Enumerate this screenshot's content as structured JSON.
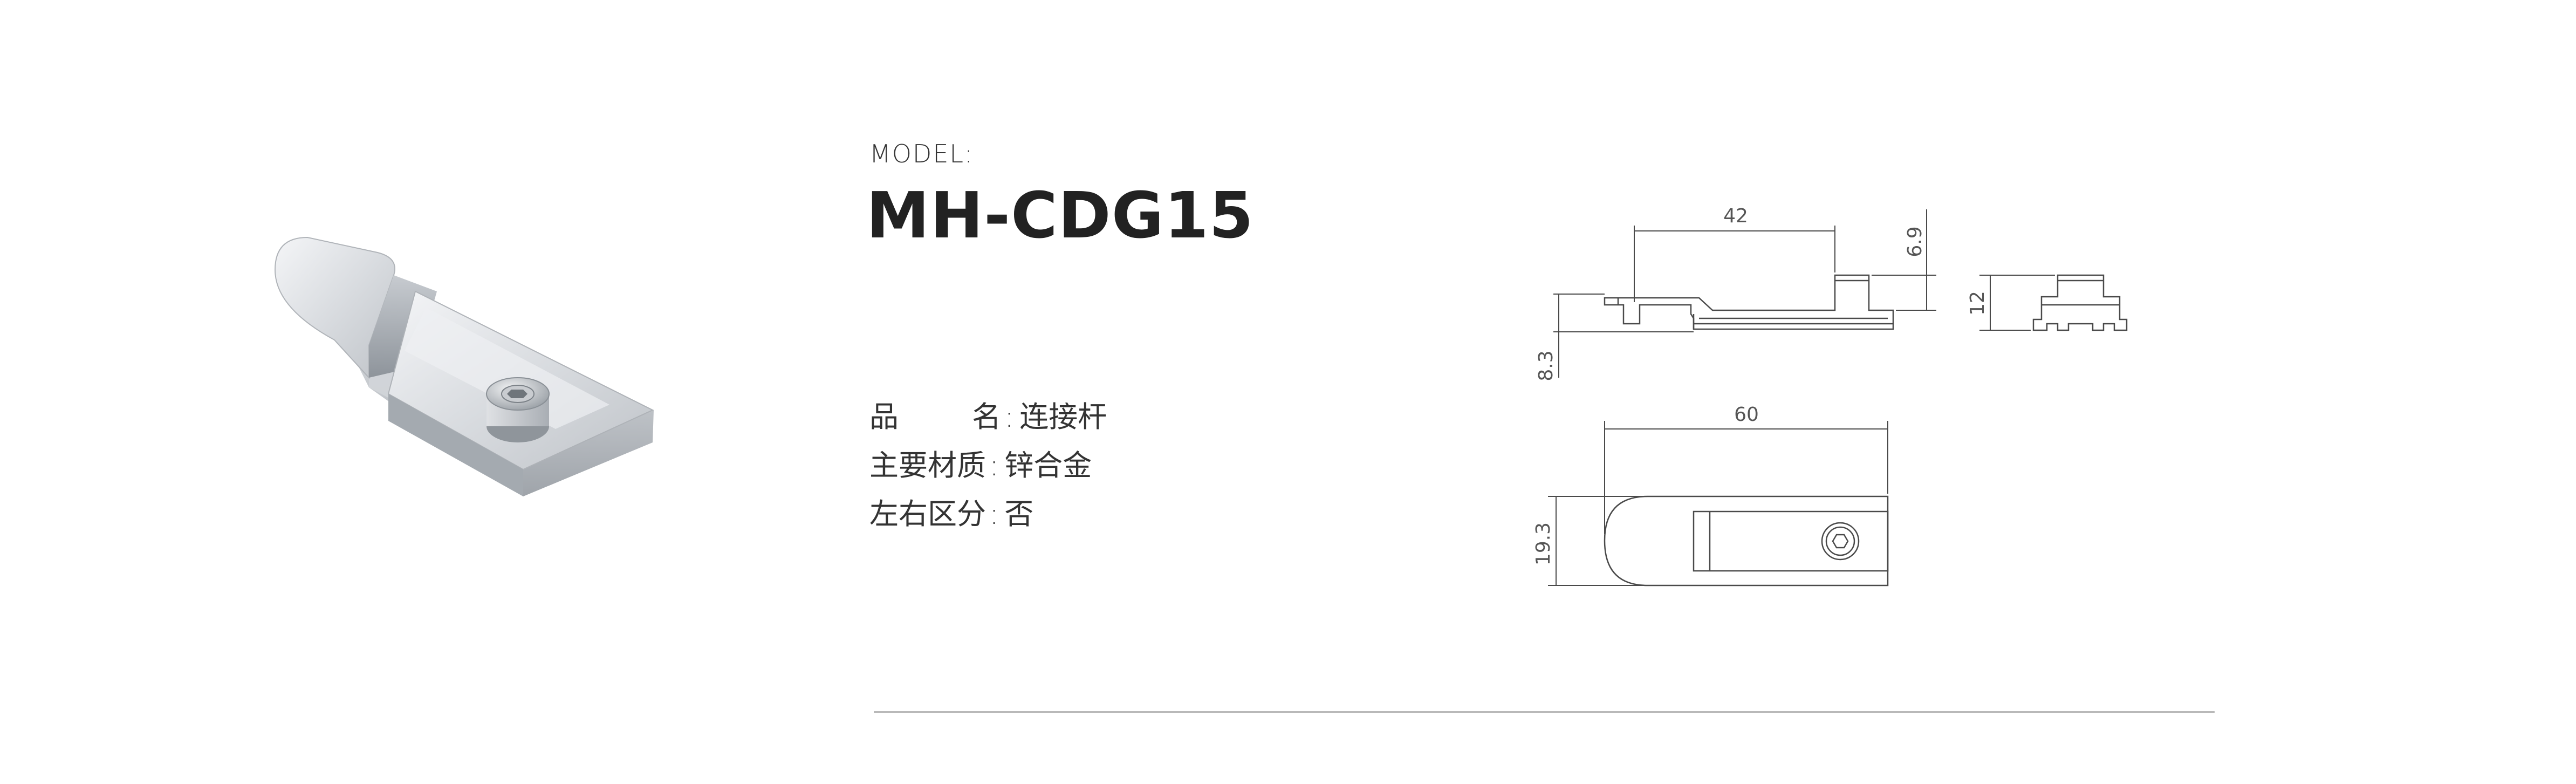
{
  "header": {
    "model_label": "MODEL:",
    "model_number": "MH-CDG15"
  },
  "specs": [
    {
      "label": "品　　名",
      "separator": ":",
      "value": "连接杆"
    },
    {
      "label": "主要材质",
      "separator": ":",
      "value": "锌合金"
    },
    {
      "label": "左右区分",
      "separator": ":",
      "value": "否"
    }
  ],
  "dimensions": {
    "side_view_length": "42",
    "side_view_height": "6.9",
    "side_view_thickness": "8.3",
    "end_view_height": "12",
    "top_view_length": "60",
    "top_view_width": "19.3"
  },
  "colors": {
    "text": "#2a2a2a",
    "line": "#4a4a4a",
    "divider": "#b9b9b9"
  }
}
